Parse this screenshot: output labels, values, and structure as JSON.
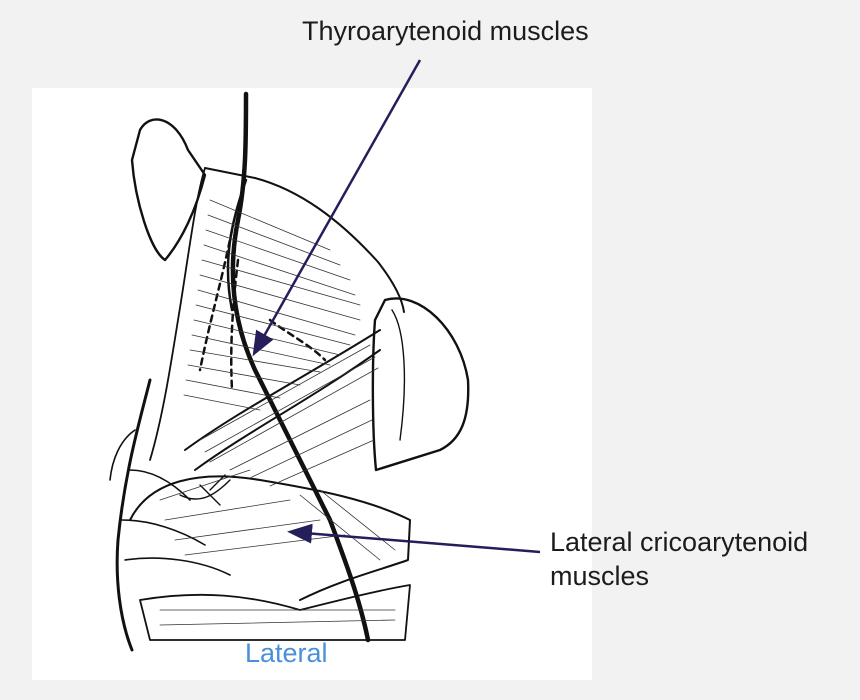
{
  "labels": {
    "thyroarytenoid": "Thyroarytenoid muscles",
    "lateral_cricoarytenoid_line1": "Lateral cricoarytenoid",
    "lateral_cricoarytenoid_line2": "muscles",
    "view": "Lateral"
  },
  "colors": {
    "background": "#f2f2f2",
    "panel": "#ffffff",
    "ink": "#111111",
    "arrow": "#241e5a",
    "view_label": "#4a90d9"
  }
}
